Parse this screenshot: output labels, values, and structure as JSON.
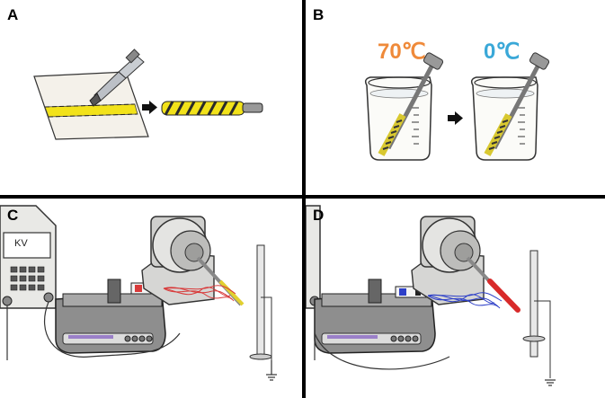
{
  "panels": {
    "a": {
      "label": "A"
    },
    "b": {
      "label": "B",
      "hot_temp": "70℃",
      "cold_temp": "0℃",
      "hot_color": "#ef8a3a",
      "cold_color": "#3aa8d8"
    },
    "c": {
      "label": "C",
      "supply_display": "KV"
    },
    "d": {
      "label": "D"
    }
  },
  "colors": {
    "tape_yellow": "#f2e21a",
    "fiber_red": "#d83a3a",
    "fiber_blue": "#2d3fc8",
    "needle_red": "#d82a2a",
    "divider": "#000000"
  }
}
